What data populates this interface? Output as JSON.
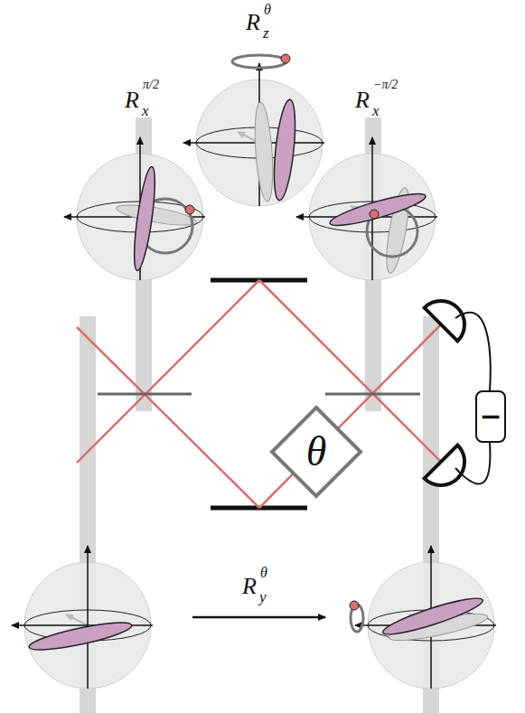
{
  "diagram": {
    "nodes": [
      {
        "text": [
          "−"
        ]
      },
      {
        "text": [
          "θ"
        ]
      }
    ],
    "labels": [
      "R",
      "z",
      "θ",
      "R",
      "x",
      "π/2",
      "R",
      "x",
      "−π/2",
      "R",
      "y",
      "θ"
    ]
  }
}
